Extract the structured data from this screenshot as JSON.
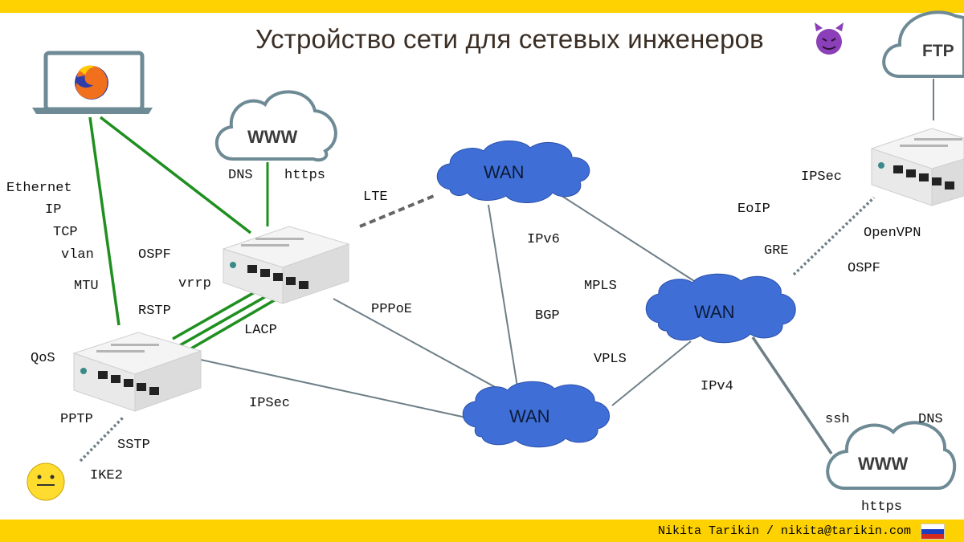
{
  "title": "Устройство сети для сетевых инженеров",
  "footer": {
    "author": "Nikita Tarikin / nikita@tarikin.com"
  },
  "colors": {
    "band": "#fed201",
    "green_link": "#1f8f1f",
    "grey_link": "#6e7f87",
    "cloud_blue": "#3f6fd6",
    "cloud_outline": "#6d8a95"
  },
  "icons": [
    "laptop-icon",
    "firefox-icon",
    "devil-emoji-icon",
    "smiley-icon",
    "router-icon",
    "russia-flag-icon"
  ],
  "clouds": {
    "www_top": "WWW",
    "www_bottom": "WWW",
    "ftp": "FTP",
    "wan_top": "WAN",
    "wan_mid": "WAN",
    "wan_bottom": "WAN"
  },
  "labels": {
    "ethernet": "Ethernet",
    "ip": "IP",
    "tcp": "TCP",
    "vlan": "vlan",
    "mtu": "MTU",
    "ospf_left": "OSPF",
    "vrrp": "vrrp",
    "rstp": "RSTP",
    "lacp": "LACP",
    "qos": "QoS",
    "pptp": "PPTP",
    "sstp": "SSTP",
    "ike2": "IKE2",
    "ipsec_left": "IPSec",
    "dns_top": "DNS",
    "https_top": "https",
    "lte": "LTE",
    "ipv6": "IPv6",
    "pppoe": "PPPoE",
    "mpls": "MPLS",
    "bgp": "BGP",
    "vpls": "VPLS",
    "ipv4": "IPv4",
    "ipsec_right": "IPSec",
    "eoip": "EoIP",
    "gre": "GRE",
    "openvpn": "OpenVPN",
    "ospf_right": "OSPF",
    "ssh": "ssh",
    "dns_bottom": "DNS",
    "https_bottom": "https"
  }
}
